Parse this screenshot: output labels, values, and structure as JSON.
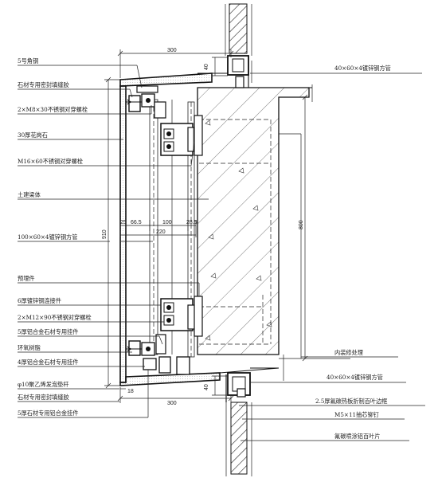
{
  "left_labels": [
    "5号角钢",
    "石材专用密封填缝胶",
    "2×M8×30不锈钢对穿螺栓",
    "30厚花岗石",
    "M16×60不锈钢对穿螺栓",
    "土建梁体",
    "100×60×4镀锌钢方管",
    "预埋件",
    "6厚镀锌钢连接件",
    "2×M12×90不锈钢对穿螺栓",
    "5厚铝合金石材专用挂件",
    "环氧树脂",
    "4厚铝合金石材专用挂件",
    "φ10聚乙烯发泡垫杆",
    "石材专用密封填缝胶",
    "5厚石材专用铝合金挂件"
  ],
  "right_labels": [
    "40×60×4镀锌钢方管",
    "内装修处理",
    "40×60×4镀锌钢方管",
    "2.5厚氟碳热板折制百叶边框",
    "M5×11抽芯铆钉",
    "氟碳喷涂铝百叶片"
  ],
  "dimensions": {
    "top_width": "300",
    "top_small": "40",
    "bottom_width": "300",
    "bottom_small": "40",
    "bottom_gap": "18",
    "total_height": "910",
    "beam_height": "800",
    "segments": [
      "25",
      "66.5",
      "100",
      "28.5"
    ],
    "segments_total": "220"
  }
}
